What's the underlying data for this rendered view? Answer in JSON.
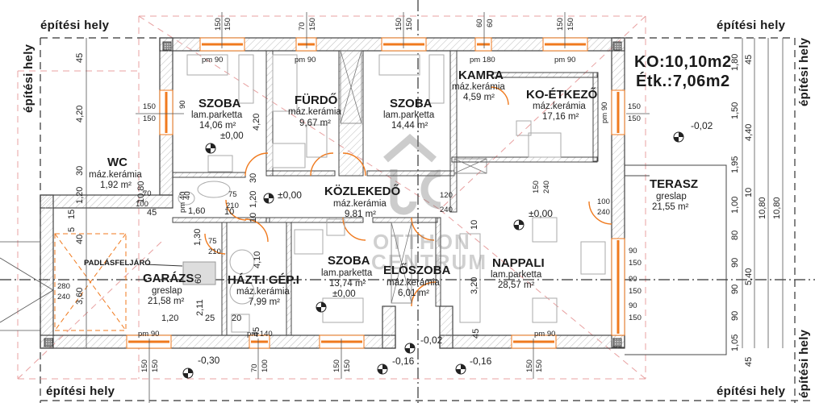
{
  "plot_boundary_label": "építési hely",
  "area_summary": {
    "ko": "KO:10,10m2",
    "etk": "Étk.:7,06m2"
  },
  "watermark": {
    "line1": "OTTHON",
    "line2": "CENTRUM",
    "logo": "OC"
  },
  "rooms": [
    {
      "id": "szoba-1",
      "name": "SZOBA",
      "floor": "lam.parketta",
      "area": "14,06 m²",
      "level": "±0,00"
    },
    {
      "id": "furdo",
      "name": "FÜRDŐ",
      "floor": "máz.kerámia",
      "area": "9,67 m²"
    },
    {
      "id": "szoba-2",
      "name": "SZOBA",
      "floor": "lam.parketta",
      "area": "14,44 m²"
    },
    {
      "id": "kamra",
      "name": "KAMRA",
      "floor": "máz.kerámia",
      "area": "4,59 m²"
    },
    {
      "id": "ko-etkezo",
      "name": "KO-ÉTKEZŐ",
      "floor": "máz.kerámia",
      "area": "17,16 m²"
    },
    {
      "id": "wc",
      "name": "WC",
      "floor": "máz.kerámia",
      "area": "1,92 m²"
    },
    {
      "id": "kozlekedo",
      "name": "KÖZLEKEDŐ",
      "floor": "máz.kerámia",
      "area": "9,81 m²",
      "level": "±0,00"
    },
    {
      "id": "terasz",
      "name": "TERASZ",
      "floor": "greslap",
      "area": "21,55 m²"
    },
    {
      "id": "garazs",
      "name": "GARÁZS",
      "floor": "greslap",
      "area": "21,58 m²"
    },
    {
      "id": "haztartasi",
      "name": "HÁZT.I GÉP.I",
      "floor": "máz.kerámia",
      "area": "7,99 m²"
    },
    {
      "id": "szoba-3",
      "name": "SZOBA",
      "floor": "lam.parketta",
      "area": "13,74 m²",
      "level": "±0,00"
    },
    {
      "id": "eloszoba",
      "name": "ELŐSZOBA",
      "floor": "máz.kerámia",
      "area": "6,01 m²"
    },
    {
      "id": "nappali",
      "name": "NAPPALI",
      "floor": "lam.parketta",
      "area": "28,57 m²",
      "level": "±0,00"
    }
  ],
  "annotations": {
    "padlasfeljaro": "PADLÁSFELJÁRÓ",
    "levels": [
      "-0,02",
      "-0,30",
      "-0,16",
      "-0,16",
      "-0,02"
    ],
    "pm_labels": [
      "pm 90",
      "pm 90",
      "pm 180",
      "pm 90",
      "pm 90",
      "pm 140",
      "pm 90",
      "pm 90",
      "pm 40",
      "pm 90"
    ]
  },
  "dimensions": {
    "top_openings": [
      "150",
      "150",
      "70",
      "150",
      "150",
      "150",
      "60",
      "60",
      "150",
      "150"
    ],
    "bottom_openings": [
      "150",
      "150",
      "70",
      "100",
      "150",
      "150",
      "150",
      "150",
      "150",
      "150"
    ],
    "left_chain": [
      "45",
      "4,20",
      "30",
      "1,20",
      "15",
      "5",
      "40",
      "3,60"
    ],
    "right_chain_1": [
      "1,80",
      "1,50",
      "1,95",
      "1,00",
      "80",
      "90",
      "90",
      "90",
      "1,05"
    ],
    "right_chain_2": [
      "45",
      "4,40",
      "10",
      "5,40",
      "45"
    ],
    "right_totals": [
      "10,80",
      "10,80"
    ],
    "interior": [
      "4,20",
      "90",
      "45",
      "10,80",
      "70",
      "100",
      "45",
      "1,60",
      "10",
      "40",
      "75",
      "210",
      "30",
      "1,20",
      "10",
      "90",
      "210",
      "1,30",
      "75",
      "210",
      "4,10",
      "60",
      "2,11",
      "1,20",
      "25",
      "20",
      "45",
      "120",
      "240",
      "100",
      "240",
      "150",
      "240",
      "10",
      "3,20",
      "45",
      "280",
      "240"
    ],
    "window_sills": [
      "150",
      "150",
      "90",
      "150",
      "90",
      "150",
      "90",
      "150"
    ]
  },
  "colors": {
    "wall": "#444444",
    "opening": "#f07a1e",
    "boundary": "#e8a0a0",
    "hatch": "#999999"
  }
}
